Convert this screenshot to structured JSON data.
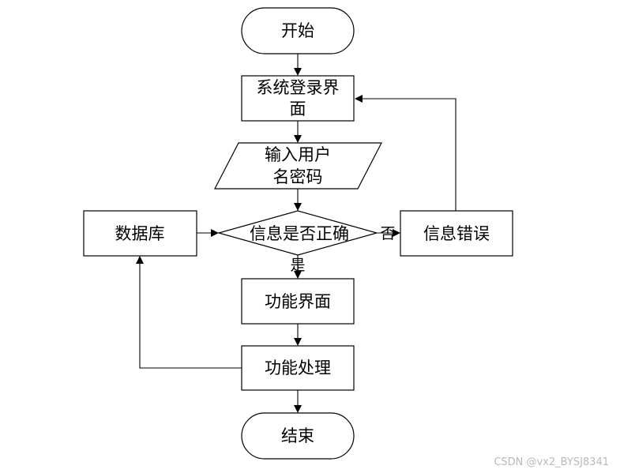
{
  "nodes": {
    "start": "开始",
    "login": [
      "系统登录界",
      "面"
    ],
    "input": [
      "输入用户",
      "名密码"
    ],
    "decision": "信息是否正确",
    "database": "数据库",
    "error": "信息错误",
    "function_ui": "功能界面",
    "process": "功能处理",
    "end": "结束"
  },
  "edge_labels": {
    "no": "否",
    "yes": "是"
  },
  "watermark": "CSDN @vx2_BYSJ8341"
}
